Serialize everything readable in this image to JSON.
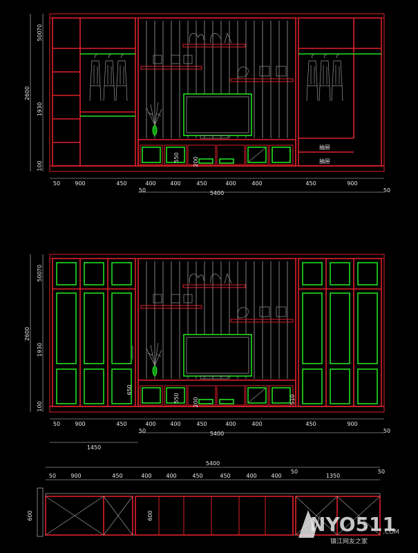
{
  "elevation_top": {
    "height_dims": [
      "70",
      "500",
      "1930",
      "100"
    ],
    "total_height": "2600",
    "width_dims": [
      "50",
      "900",
      "450",
      "400",
      "400",
      "450",
      "400",
      "400",
      "450",
      "900",
      "50"
    ],
    "base_label": "50",
    "total_width": "5400",
    "inner_dims": [
      "550",
      "200"
    ],
    "drawer_labels": [
      "抽屉",
      "抽屉"
    ]
  },
  "elevation_bottom": {
    "height_dims": [
      "70",
      "500",
      "1930",
      "100"
    ],
    "total_height": "2600",
    "width_dims": [
      "50",
      "900",
      "450",
      "400",
      "400",
      "450",
      "400",
      "400",
      "450",
      "900",
      "50"
    ],
    "base_label": "50",
    "total_width": "5400",
    "inner_dims": [
      "650",
      "550",
      "200",
      "510"
    ],
    "offset_dim": "1450"
  },
  "plan": {
    "total_width": "5400",
    "width_dims": [
      "50",
      "900",
      "450",
      "400",
      "400",
      "450",
      "450",
      "400",
      "400",
      "50",
      "1350",
      "50"
    ],
    "depth_dims": [
      "600",
      "600"
    ]
  },
  "watermark": {
    "logo": "NYO511",
    "domain": ".COM",
    "caption": "镇江网友之家"
  }
}
